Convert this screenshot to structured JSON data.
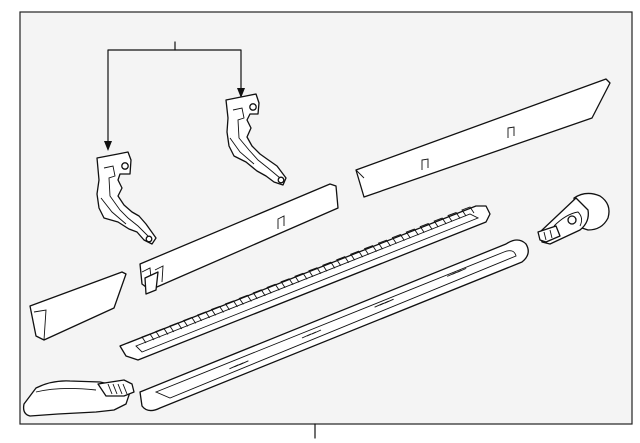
{
  "diagram": {
    "parts": [
      {
        "name": "front-bracket"
      },
      {
        "name": "rear-bracket"
      },
      {
        "name": "upper-rail-rear"
      },
      {
        "name": "upper-rail-front"
      },
      {
        "name": "front-end-trim"
      },
      {
        "name": "step-pad-rail"
      },
      {
        "name": "running-board"
      },
      {
        "name": "front-end-cap"
      },
      {
        "name": "rear-end-cap"
      }
    ]
  }
}
